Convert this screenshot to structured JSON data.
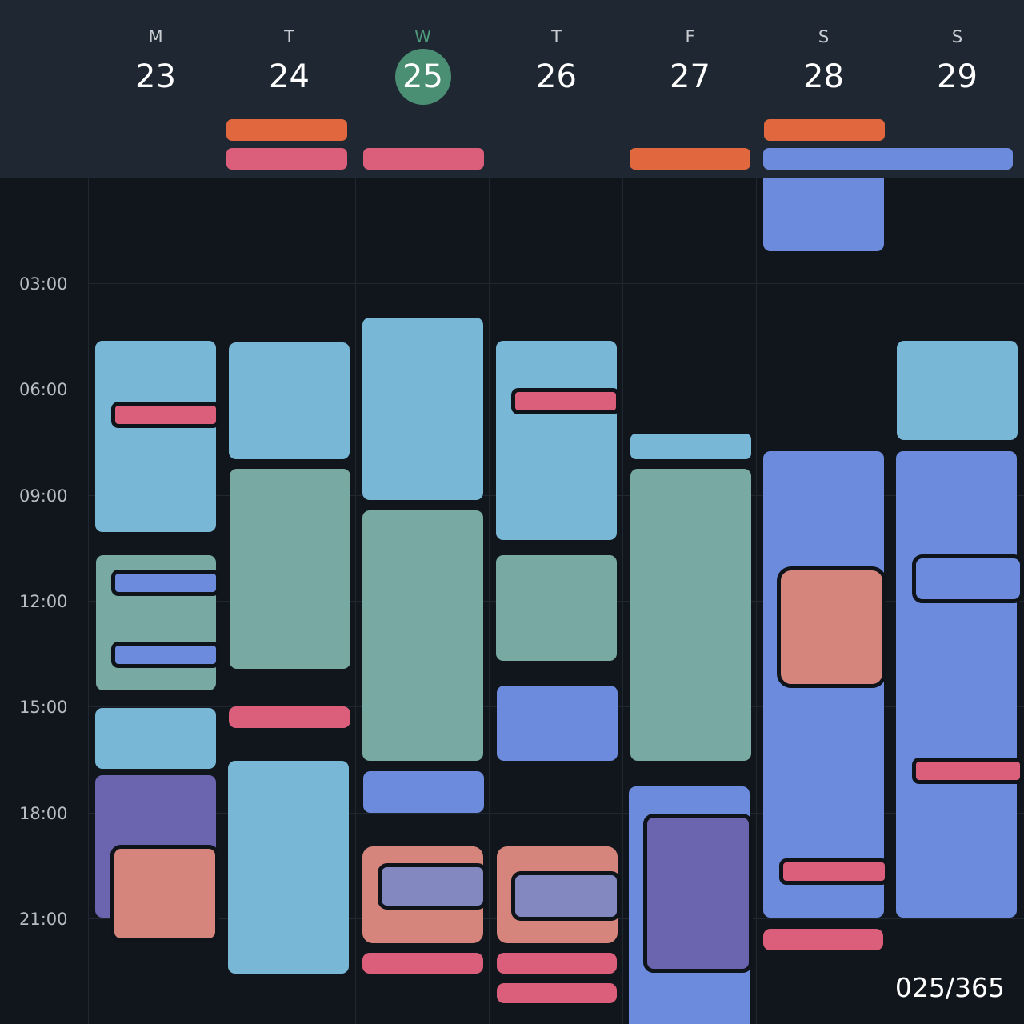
{
  "days": [
    {
      "dow": "M",
      "date": "23",
      "today": false
    },
    {
      "dow": "T",
      "date": "24",
      "today": false
    },
    {
      "dow": "W",
      "date": "25",
      "today": true
    },
    {
      "dow": "T",
      "date": "26",
      "today": false
    },
    {
      "dow": "F",
      "date": "27",
      "today": false
    },
    {
      "dow": "S",
      "date": "28",
      "today": false
    },
    {
      "dow": "S",
      "date": "29",
      "today": false
    }
  ],
  "time_labels": [
    "03:00",
    "06:00",
    "09:00",
    "12:00",
    "15:00",
    "18:00",
    "21:00"
  ],
  "day_counter": "025/365",
  "colors": {
    "header_bg": "#1f2832",
    "grid_bg": "#11161d",
    "today_accent": "#4a8f73",
    "light_blue": "#79b7d7",
    "sage": "#78a9a2",
    "blue": "#6d8bdd",
    "purple": "#6b64ae",
    "salmon": "#d5857b",
    "pink": "#db5f7a",
    "orange": "#e1683e",
    "lavender": "#8389c0"
  }
}
